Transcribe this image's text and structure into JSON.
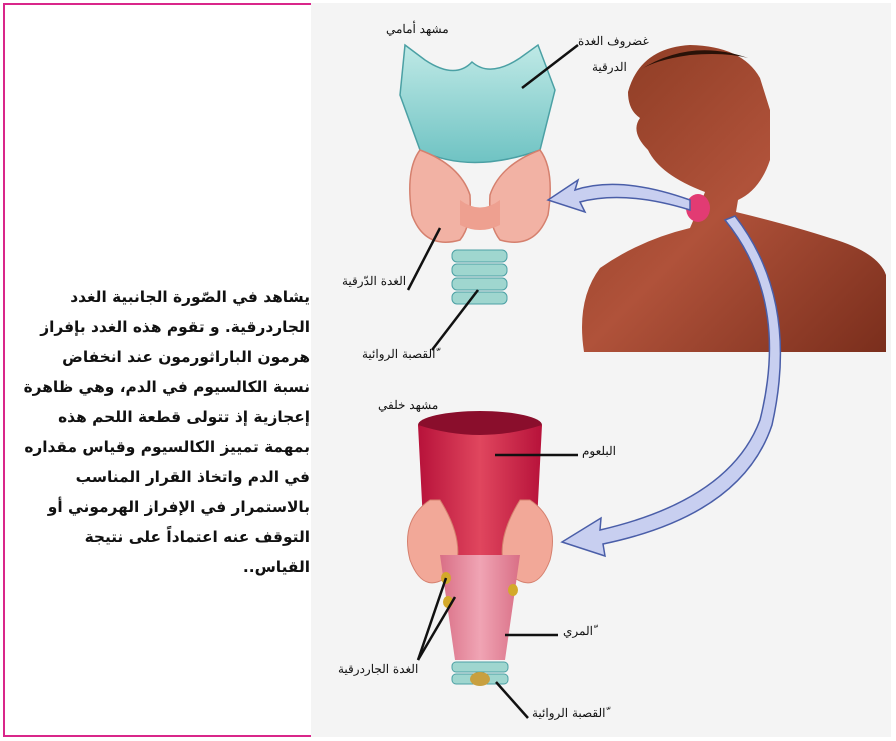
{
  "description_text": "يشاهد في الصّورة الجانبية الغدد الجاردرقية. و تقوم هذه الغدد بإفراز هرمون الباراثورمون عند انخفاض نسبة الكالسيوم في الدم، وهي ظاهرة إعجازية إذ تتولى قطعة اللحم هذه بمهمة تمييز الكالسيوم وقياس مقداره في الدم واتخاذ القرار المناسب بالاستمرار في الإفراز الهرموني أو التوقف عنه اعتماداً على نتيجة القياس..",
  "labels": {
    "front_view": "مشهد أمامي",
    "thyroid_cartilage_1": "غضروف الغدة",
    "thyroid_cartilage_2": "الدرقية",
    "thyroid_gland": "الغدة الدّرقية",
    "trachea_top": "ّالقصبة الروائية",
    "back_view": "مشهد خلفي",
    "pharynx": "البلعوم",
    "esophagus": "ّالمري",
    "parathyroid": "الغدة الجاردرقية",
    "trachea_bottom": "ّالقصبة الروائية"
  },
  "colors": {
    "frame_border": "#d9268a",
    "arrow_fill": "#c8cff0",
    "arrow_stroke": "#4a5ea8"
  }
}
